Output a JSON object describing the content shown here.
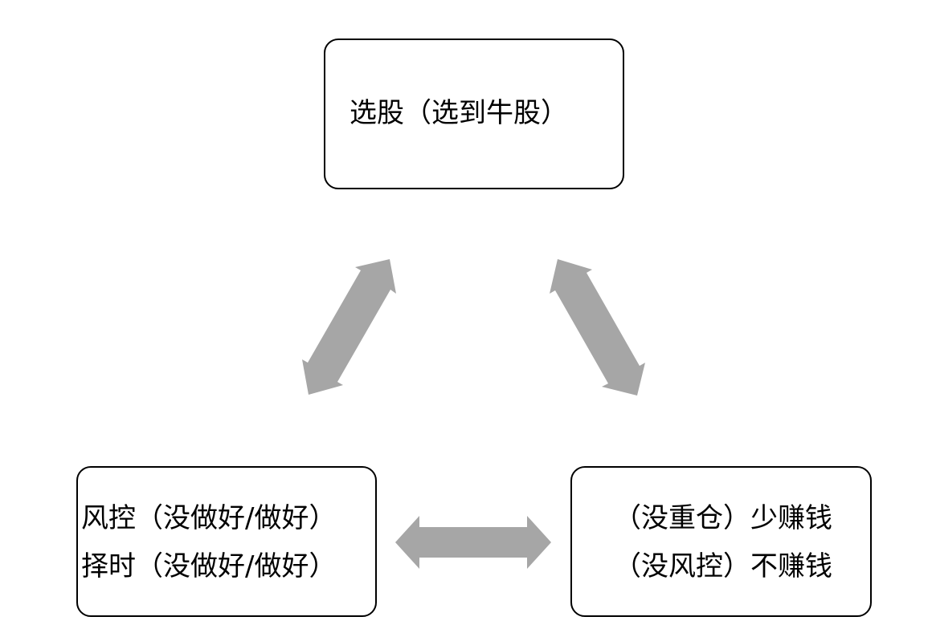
{
  "diagram": {
    "top_node": {
      "lines": [
        "选股（选到牛股）"
      ]
    },
    "bottom_left_node": {
      "lines": [
        "风控（没做好/做好）",
        "择时（没做好/做好）"
      ]
    },
    "bottom_right_node": {
      "lines": [
        "（没重仓）少赚钱",
        "（没风控）不赚钱"
      ]
    },
    "colors": {
      "arrow": "#a6a6a6",
      "border": "#000000",
      "text": "#000000",
      "background": "#ffffff"
    }
  }
}
